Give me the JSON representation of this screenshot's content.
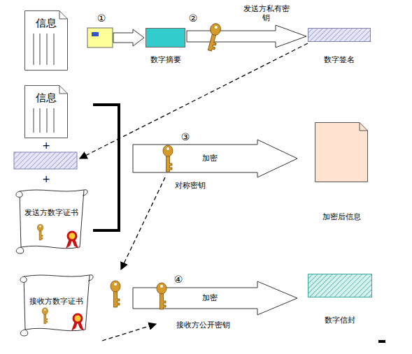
{
  "diagram": {
    "nodes": [
      {
        "text": [
          "信息"
        ]
      },
      {
        "text": [
          "数字摘要"
        ]
      },
      {
        "text": [
          "数字签名"
        ]
      },
      {
        "text": [
          "信息"
        ]
      },
      {
        "text": [
          "发送方数字证书"
        ]
      },
      {
        "text": [
          "加密后信息"
        ]
      },
      {
        "text": [
          "接收方数字证书"
        ]
      },
      {
        "text": [
          "数字信封"
        ]
      }
    ],
    "edges": [
      {
        "from": 1,
        "to": 2,
        "arrow": "to",
        "label": "发送方私有密钥"
      }
    ],
    "labels": [
      "①",
      "②",
      "③",
      "④",
      "+",
      "+",
      "加密",
      "对称密钥",
      "加密",
      "接收方公开密钥"
    ]
  }
}
